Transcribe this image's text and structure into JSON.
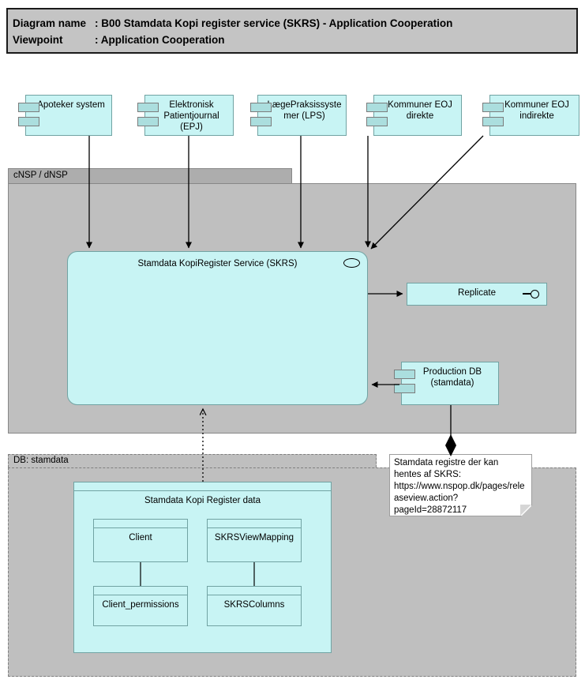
{
  "title": {
    "line1_label": "Diagram name",
    "line1_value": ": B00 Stamdata Kopi register service (SKRS) - Application Cooperation",
    "line2_label": "Viewpoint",
    "line2_value": ": Application Cooperation"
  },
  "components": [
    {
      "label": "Apoteker system"
    },
    {
      "label": "Elektronisk Patientjournal (EPJ)"
    },
    {
      "label": "LægePraksissystemer (LPS)"
    },
    {
      "label": "Kommuner EOJ direkte"
    },
    {
      "label": "Kommuner EOJ indirekte"
    }
  ],
  "groups": {
    "cnsp": {
      "label": "cNSP / dNSP"
    },
    "db": {
      "label": "DB: stamdata"
    }
  },
  "service": {
    "label": "Stamdata KopiRegister Service (SKRS)"
  },
  "replicate": {
    "label": "Replicate"
  },
  "production_db": {
    "label": "Production DB (stamdata)"
  },
  "note": {
    "text": "Stamdata registre der kan hentes af SKRS: https://www.nspop.dk/pages/releaseview.action?pageId=28872117"
  },
  "data_objects": {
    "container": {
      "label": "Stamdata Kopi Register data"
    },
    "items": [
      {
        "label": "Client"
      },
      {
        "label": "SKRSViewMapping"
      },
      {
        "label": "Client_permissions"
      },
      {
        "label": "SKRSColumns"
      }
    ]
  },
  "colors": {
    "component_fill": "#c8f4f4",
    "component_border": "#71a3a3",
    "port_fill": "#abdede",
    "group_body_fill": "#bfbfbf",
    "cnsp_tab_fill": "#adadad",
    "title_fill": "#c4c4c4",
    "note_fill": "#ffffff",
    "connector": "#000000"
  }
}
